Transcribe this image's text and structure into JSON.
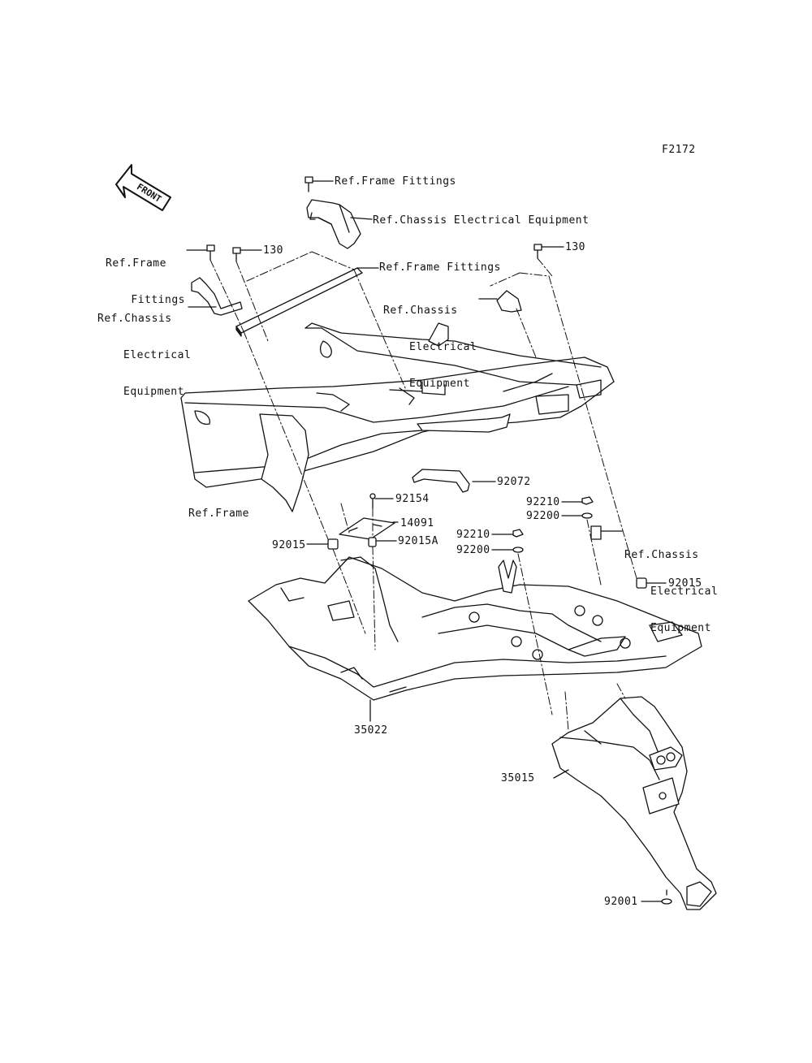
{
  "figure_code": "F2172",
  "front_badge": "FRONT",
  "labels": {
    "ref_frame_fittings_top": "Ref.Frame Fittings",
    "ref_chassis_elec_top": "Ref.Chassis Electrical Equipment",
    "ref_frame_fittings_left": [
      "Ref.Frame",
      "Fittings"
    ],
    "part_130_left": "130",
    "ref_frame_fittings_mid": "Ref.Frame Fittings",
    "part_130_right": "130",
    "ref_chassis_elec_mid": [
      "Ref.Chassis",
      "Electrical",
      "Equipment"
    ],
    "ref_chassis_elec_left": [
      "Ref.Chassis",
      "Electrical",
      "Equipment"
    ],
    "ref_frame": "Ref.Frame",
    "part_92072": "92072",
    "part_92154": "92154",
    "part_92210_right": "92210",
    "part_92200_right": "92200",
    "part_14091": "14091",
    "part_92015_left": "92015",
    "part_92015a": "92015A",
    "part_92210_mid": "92210",
    "part_92200_mid": "92200",
    "ref_chassis_elec_right": [
      "Ref.Chassis",
      "Electrical",
      "Equipment"
    ],
    "part_92015_right": "92015",
    "part_35022": "35022",
    "part_35015": "35015",
    "part_92001": "92001"
  }
}
